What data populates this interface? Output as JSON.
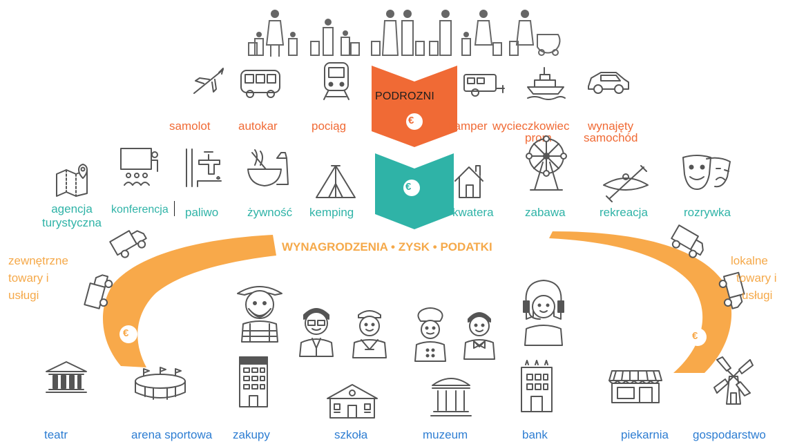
{
  "center": {
    "travellers_label": "PODROZNI",
    "flow_label": "WYNAGRODZENIA • ZYSK • PODATKI",
    "currency_symbol": "€",
    "colors": {
      "orange": "#f06a35",
      "teal": "#2fb3a7",
      "arc": "#f8a94a",
      "text_blue": "#2d7dd2"
    }
  },
  "transport": [
    {
      "label": "samolot",
      "icon": "airplane-icon"
    },
    {
      "label": "autokar",
      "icon": "bus-icon"
    },
    {
      "label": "pociąg",
      "icon": "train-icon"
    },
    {
      "label": "kamper",
      "icon": "camper-icon"
    },
    {
      "label": "wycieczkowiec",
      "sub": "prom",
      "icon": "cruise-ship-icon"
    },
    {
      "label": "wynajęty",
      "sub": "samochód",
      "icon": "car-icon"
    }
  ],
  "services": [
    {
      "label": "agencja",
      "sub": "turystyczna",
      "icon": "map-pin-icon"
    },
    {
      "label": "konferencja",
      "icon": "conference-icon"
    },
    {
      "label": "paliwo",
      "icon": "fuel-tap-icon"
    },
    {
      "label": "żywność",
      "icon": "food-bowl-icon"
    },
    {
      "label": "kemping",
      "icon": "tent-icon"
    },
    {
      "label": "kwatera",
      "icon": "house-icon"
    },
    {
      "label": "zabawa",
      "icon": "ferris-wheel-icon"
    },
    {
      "label": "rekreacja",
      "icon": "kayak-icon"
    },
    {
      "label": "rozrywka",
      "icon": "theater-masks-icon"
    }
  ],
  "goods": {
    "external": [
      "zewnętrzne",
      "towary i",
      "usługi"
    ],
    "local": [
      "lokalne",
      "towary i",
      "usługi"
    ]
  },
  "places": [
    {
      "label": "teatr",
      "icon": "theater-building-icon"
    },
    {
      "label": "arena sportowa",
      "icon": "stadium-icon"
    },
    {
      "label": "zakupy",
      "icon": "office-building-icon"
    },
    {
      "label": "szkoła",
      "icon": "school-icon"
    },
    {
      "label": "muzeum",
      "icon": "museum-icon"
    },
    {
      "label": "bank",
      "icon": "bank-icon"
    },
    {
      "label": "piekarnia",
      "icon": "bakery-shop-icon"
    },
    {
      "label": "gospodarstwo",
      "icon": "windmill-icon"
    }
  ]
}
